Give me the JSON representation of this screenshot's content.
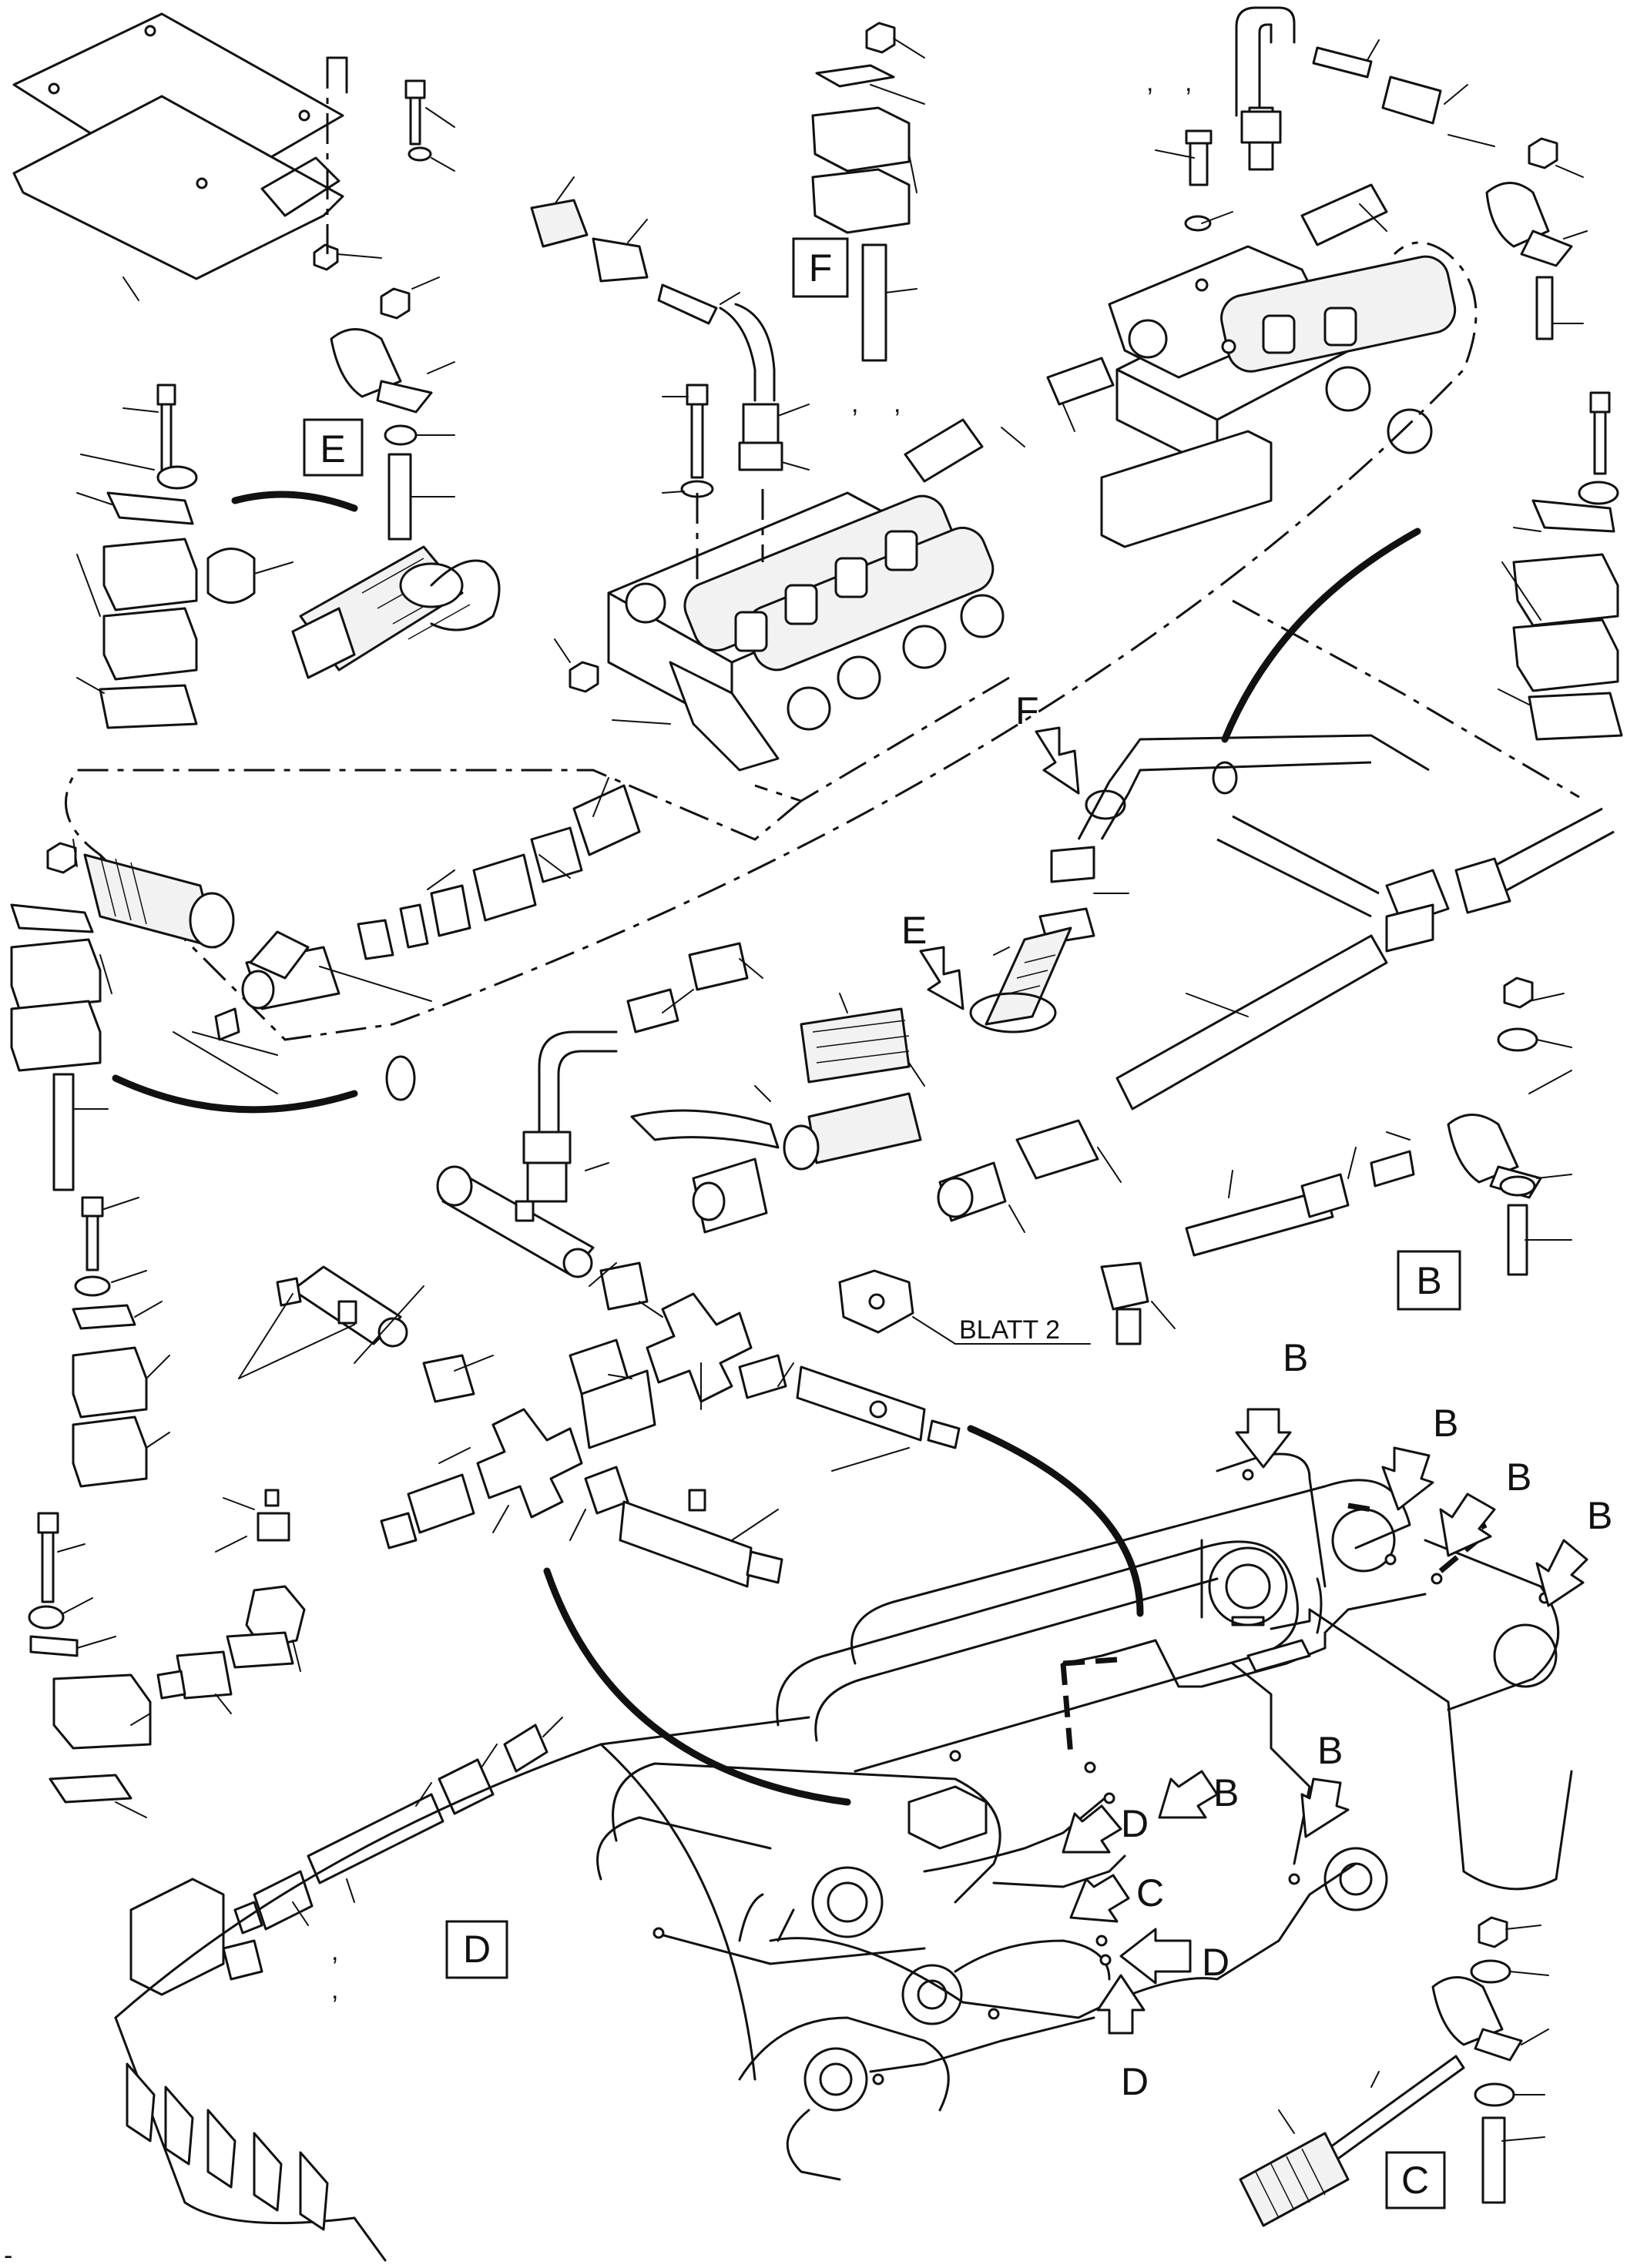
{
  "detail_labels": {
    "E": "E",
    "F": "F",
    "B": "B",
    "C": "C",
    "D": "D"
  },
  "callouts": {
    "F": "F",
    "E": "E",
    "B": "B",
    "C": "C",
    "D": "D"
  },
  "sheet_reference": "BLATT 2",
  "footer_mark": "-"
}
